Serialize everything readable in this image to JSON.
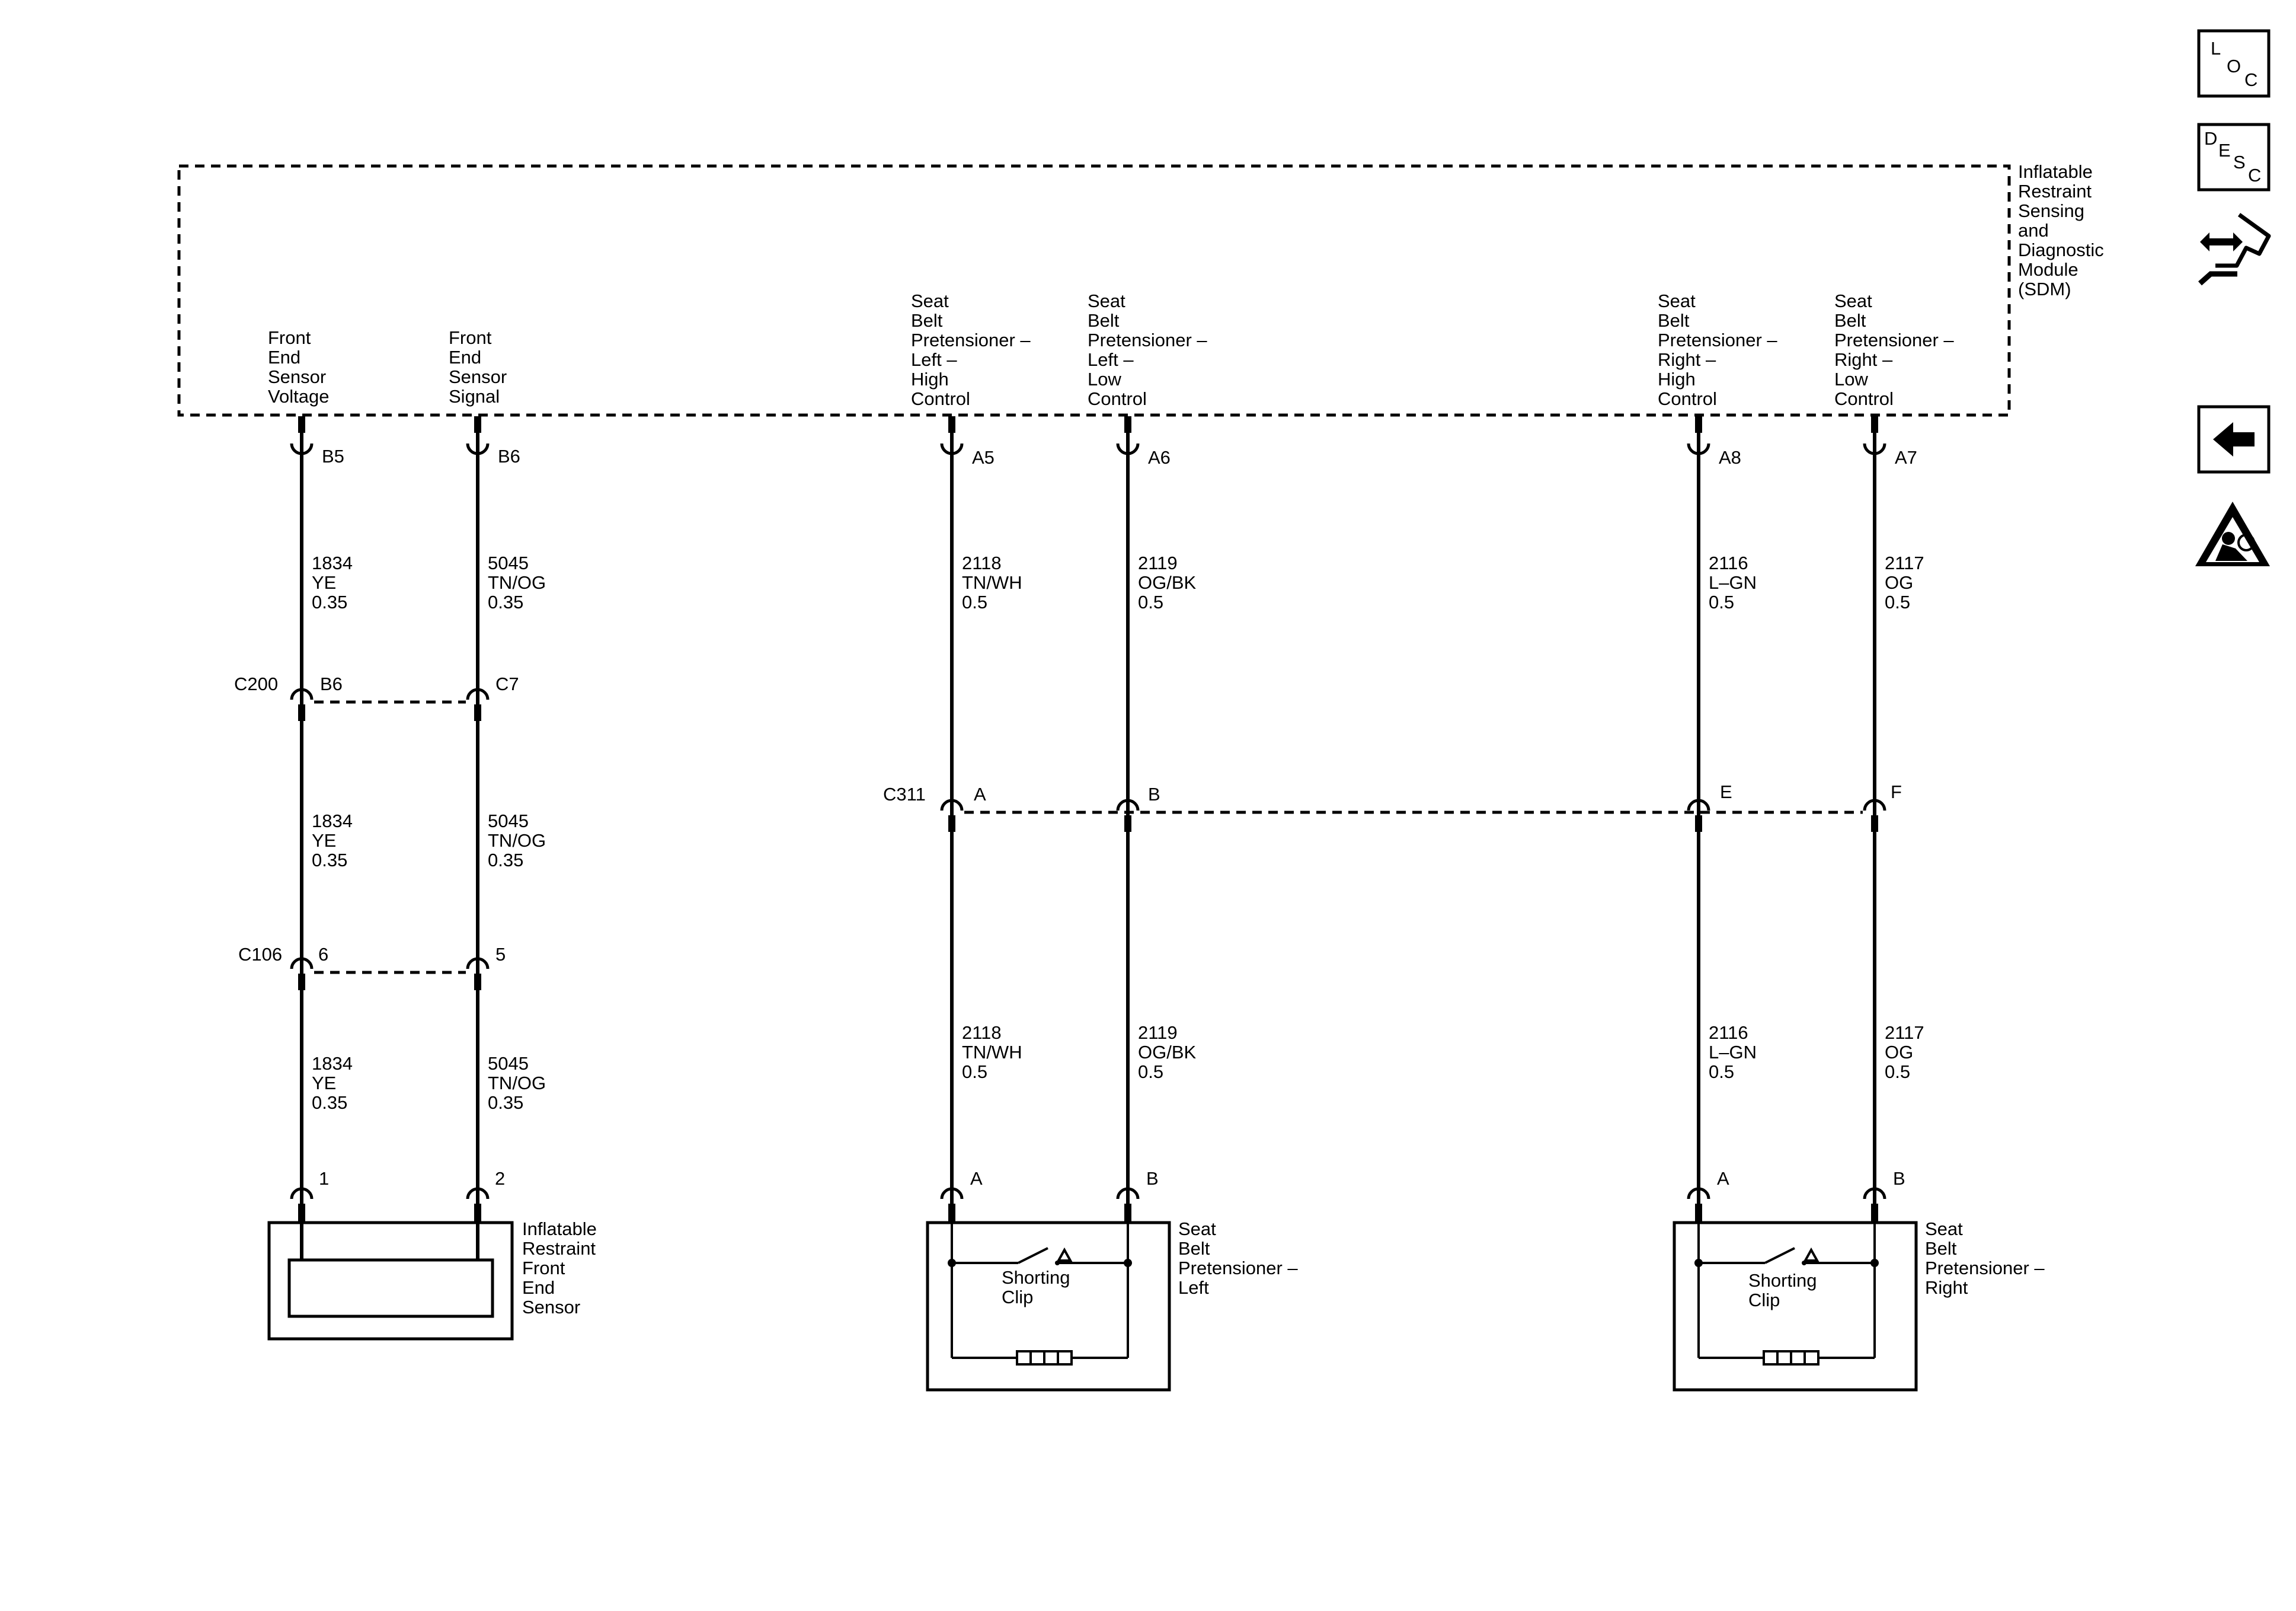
{
  "sdm": {
    "label": [
      "Inflatable",
      "Restraint",
      "Sensing",
      "and",
      "Diagnostic",
      "Module",
      "(SDM)"
    ]
  },
  "circuits": [
    {
      "id": "front-voltage",
      "function": [
        "Front",
        "End",
        "Sensor",
        "Voltage"
      ],
      "sdm_pin": "B5",
      "segments": [
        [
          "1834",
          "YE",
          "0.35"
        ],
        [
          "1834",
          "YE",
          "0.35"
        ],
        [
          "1834",
          "YE",
          "0.35"
        ]
      ],
      "inline_pins": [
        "B6",
        "6"
      ],
      "component_pin": "1"
    },
    {
      "id": "front-signal",
      "function": [
        "Front",
        "End",
        "Sensor",
        "Signal"
      ],
      "sdm_pin": "B6",
      "segments": [
        [
          "5045",
          "TN/OG",
          "0.35"
        ],
        [
          "5045",
          "TN/OG",
          "0.35"
        ],
        [
          "5045",
          "TN/OG",
          "0.35"
        ]
      ],
      "inline_pins": [
        "C7",
        "5"
      ],
      "component_pin": "2"
    },
    {
      "id": "left-high",
      "function": [
        "Seat",
        "Belt",
        "Pretensioner –",
        "Left –",
        "High",
        "Control"
      ],
      "sdm_pin": "A5",
      "segments": [
        [
          "2118",
          "TN/WH",
          "0.5"
        ],
        [
          "2118",
          "TN/WH",
          "0.5"
        ]
      ],
      "inline_pins": [
        "A"
      ],
      "component_pin": "A"
    },
    {
      "id": "left-low",
      "function": [
        "Seat",
        "Belt",
        "Pretensioner –",
        "Left –",
        "Low",
        "Control"
      ],
      "sdm_pin": "A6",
      "segments": [
        [
          "2119",
          "OG/BK",
          "0.5"
        ],
        [
          "2119",
          "OG/BK",
          "0.5"
        ]
      ],
      "inline_pins": [
        "B"
      ],
      "component_pin": "B"
    },
    {
      "id": "right-high",
      "function": [
        "Seat",
        "Belt",
        "Pretensioner –",
        "Right –",
        "High",
        "Control"
      ],
      "sdm_pin": "A8",
      "segments": [
        [
          "2116",
          "L–GN",
          "0.5"
        ],
        [
          "2116",
          "L–GN",
          "0.5"
        ]
      ],
      "inline_pins": [
        "E"
      ],
      "component_pin": "A"
    },
    {
      "id": "right-low",
      "function": [
        "Seat",
        "Belt",
        "Pretensioner –",
        "Right –",
        "Low",
        "Control"
      ],
      "sdm_pin": "A7",
      "segments": [
        [
          "2117",
          "OG",
          "0.5"
        ],
        [
          "2117",
          "OG",
          "0.5"
        ]
      ],
      "inline_pins": [
        "F"
      ],
      "component_pin": "B"
    }
  ],
  "connectors": {
    "c200": "C200",
    "c106": "C106",
    "c311": "C311"
  },
  "components": {
    "front_sensor": [
      "Inflatable",
      "Restraint",
      "Front",
      "End",
      "Sensor"
    ],
    "pretensioner_left": [
      "Seat",
      "Belt",
      "Pretensioner –",
      "Left"
    ],
    "pretensioner_right": [
      "Seat",
      "Belt",
      "Pretensioner –",
      "Right"
    ],
    "shorting_clip": [
      "Shorting",
      "Clip"
    ]
  },
  "nav_icons": {
    "loc": [
      "L",
      "O",
      "C"
    ],
    "desc": [
      "D",
      "E",
      "S",
      "C"
    ],
    "connector_icon": "connector-end-view-icon",
    "back_icon": "back-arrow-icon",
    "caution_icon": "airbag-caution-icon"
  }
}
